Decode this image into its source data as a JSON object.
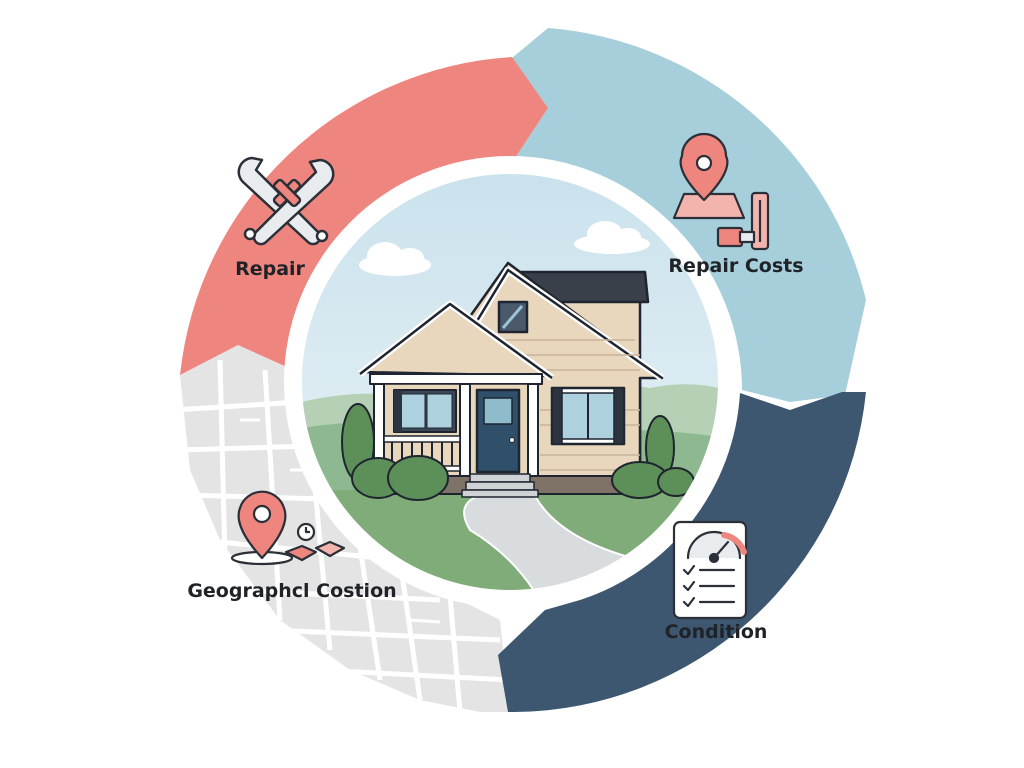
{
  "diagram": {
    "segments": [
      {
        "id": "repair",
        "label": "Repair",
        "icon": "wrench-screwdriver-icon",
        "color": "#ee857f"
      },
      {
        "id": "repair-costs",
        "label": "Repair Costs",
        "icon": "map-pin-cost-icon",
        "color": "#a6cfdb"
      },
      {
        "id": "condition",
        "label": "Condition",
        "icon": "checklist-gauge-icon",
        "color": "#3d5771"
      },
      {
        "id": "location",
        "label": "Geographcl Costion",
        "icon": "map-pin-location-icon",
        "color": "#e4e4e4"
      }
    ],
    "center": {
      "icon": "house-icon"
    }
  }
}
